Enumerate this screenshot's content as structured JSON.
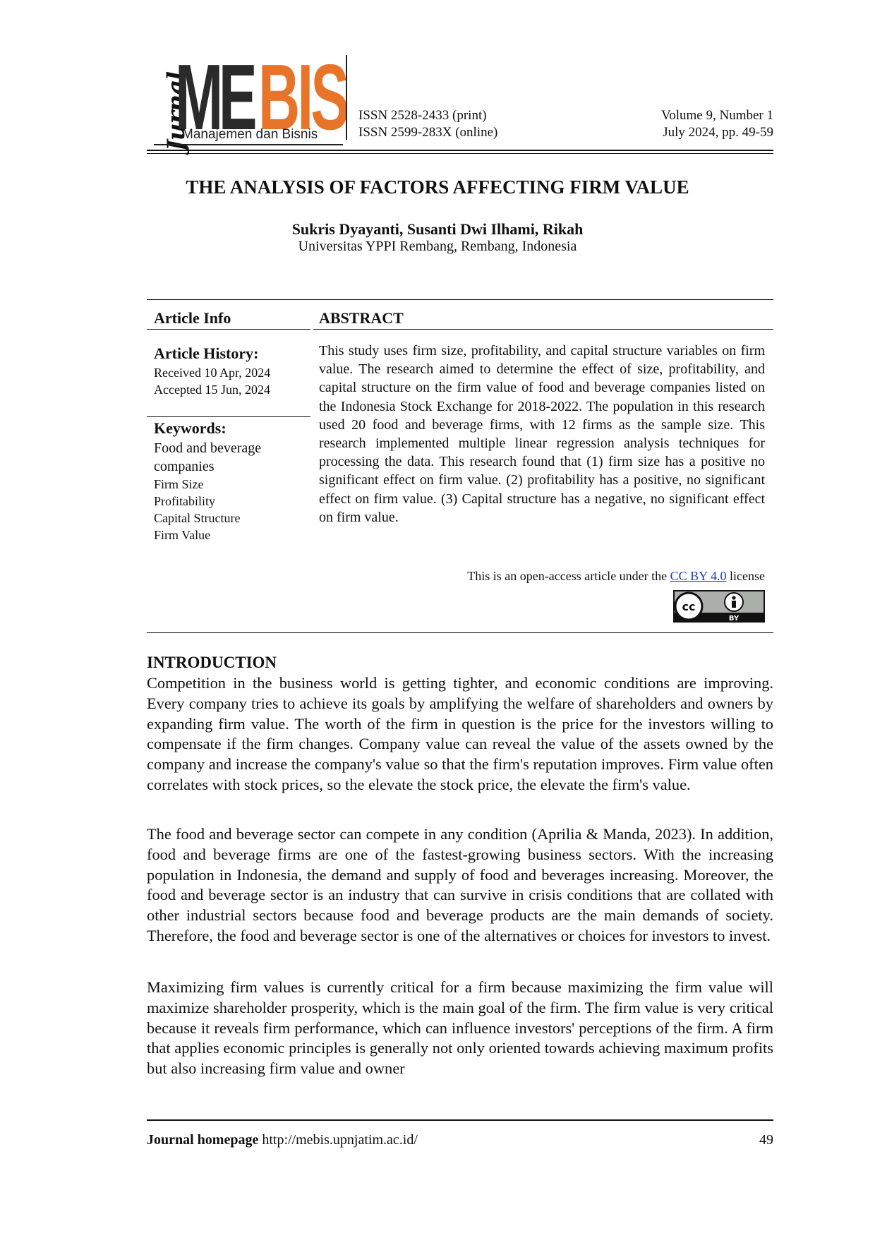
{
  "masthead": {
    "logo_script": "Jurnal",
    "logo_me": "ME",
    "logo_bis": "BIS",
    "logo_subtitle": "Manajemen dan Bisnis",
    "issn_print": "ISSN 2528-2433 (print)",
    "issn_online": "ISSN 2599-283X (online)",
    "volume": "Volume 9, Number 1",
    "date_pages": "July 2024, pp. 49-59",
    "accent_color": "#e8742a"
  },
  "paper": {
    "title": "THE ANALYSIS OF FACTORS AFFECTING FIRM VALUE",
    "authors": "Sukris Dyayanti, Susanti Dwi Ilhami, Rikah",
    "affiliation": "Universitas YPPI Rembang, Rembang, Indonesia"
  },
  "info": {
    "heading": "Article Info",
    "history_heading": "Article History:",
    "received": "Received 10 Apr, 2024",
    "accepted": "Accepted 15 Jun, 2024",
    "keywords_heading": "Keywords:",
    "keywords": [
      "Food and beverage",
      "companies",
      "Firm Size",
      "Profitability",
      "Capital Structure",
      "Firm Value"
    ]
  },
  "abstract": {
    "heading": "ABSTRACT",
    "text": "This study uses firm size, profitability, and capital structure variables on firm value. The research aimed to determine the effect of size, profitability, and capital structure on the firm value of food and beverage companies listed on the Indonesia Stock Exchange for 2018-2022. The population in this research used 20 food and beverage firms, with 12 firms as the sample size. This research implemented multiple linear regression analysis techniques for processing the data. This research found that (1) firm size has a positive no significant effect on firm value. (2) profitability has a positive, no significant effect on firm value. (3) Capital structure has a negative, no significant effect on firm value.",
    "license_pre": "This is an open-access article under the",
    "license_link": "CC BY 4.0",
    "license_post": "license",
    "badge_cc": "cc",
    "badge_by": "BY"
  },
  "body": {
    "intro_heading": "INTRODUCTION",
    "p1": "Competition in the business world is getting tighter, and economic conditions are improving. Every company tries to achieve its goals by amplifying the welfare of shareholders and owners by expanding firm value. The worth of the firm in question is the price for the investors willing to compensate if the firm changes. Company value can reveal the value of the assets owned by the company and increase the company's value so that the firm's reputation improves. Firm value often correlates with stock prices, so the elevate the stock price, the elevate the firm's value.",
    "p2": "The food and beverage sector can compete in any condition (Aprilia & Manda, 2023). In addition, food and beverage firms are one of the fastest-growing business sectors. With the increasing population in Indonesia, the demand and supply of food and beverages increasing. Moreover, the food and beverage sector is an industry that can survive in crisis conditions that are collated with other industrial sectors because food and beverage products are the main demands of society. Therefore, the food and beverage sector is one of the alternatives or choices for investors to invest.",
    "p3": "Maximizing firm values is currently critical for a firm because maximizing the firm value will maximize shareholder prosperity, which is the main goal of the firm. The firm value is very critical because it reveals firm performance, which can influence investors' perceptions of the firm. A firm that applies economic principles is generally not only oriented towards achieving maximum profits but also increasing firm value and owner"
  },
  "footer": {
    "homepage_label": "Journal homepage",
    "homepage_url": "http://mebis.upnjatim.ac.id/",
    "page_number": "49"
  }
}
